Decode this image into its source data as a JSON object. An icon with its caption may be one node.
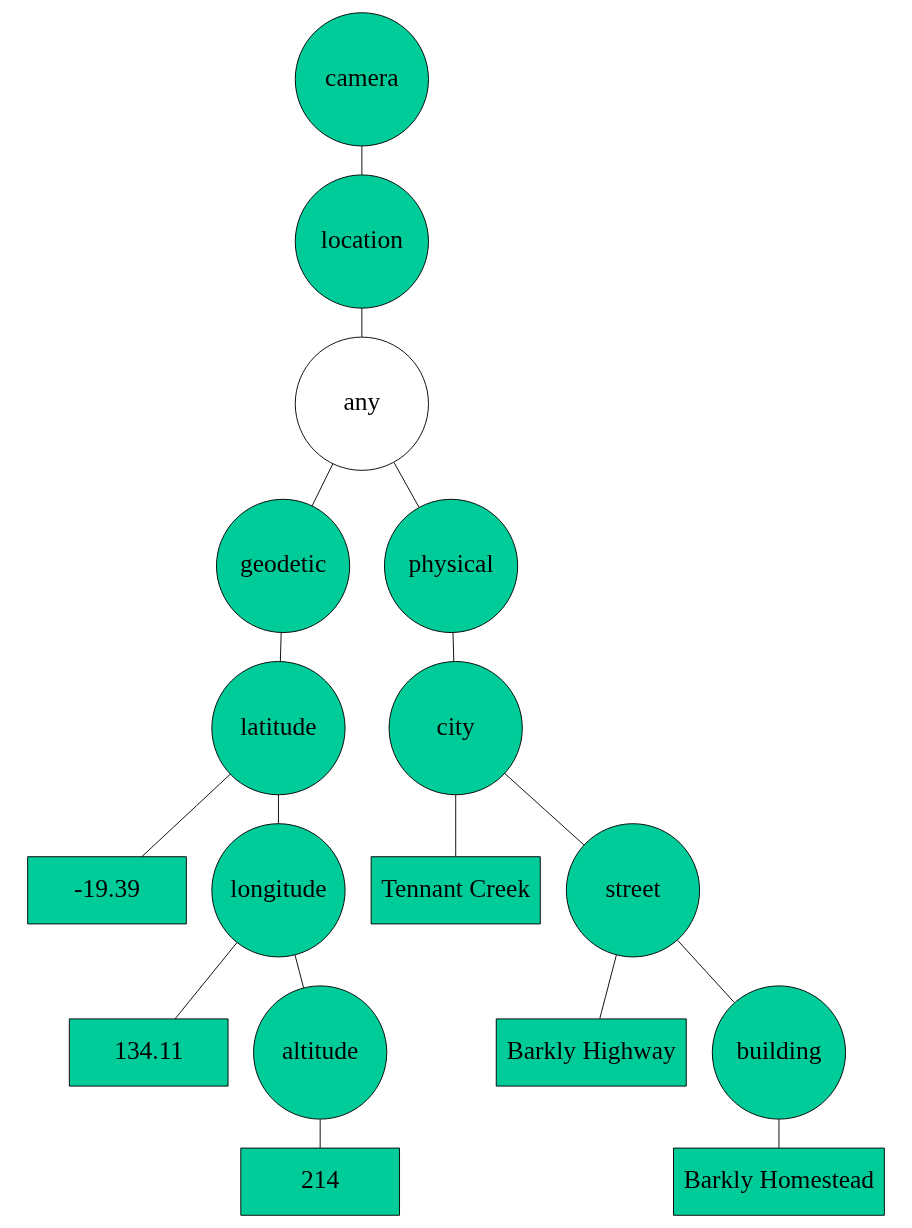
{
  "diagram": {
    "nodes": [
      {
        "text": [
          "camera"
        ]
      },
      {
        "text": [
          "location"
        ]
      },
      {
        "text": [
          "any"
        ]
      },
      {
        "text": [
          "geodetic"
        ]
      },
      {
        "text": [
          "physical"
        ]
      },
      {
        "text": [
          "latitude"
        ]
      },
      {
        "text": [
          "-19.39"
        ]
      },
      {
        "text": [
          "longitude"
        ]
      },
      {
        "text": [
          "134.11"
        ]
      },
      {
        "text": [
          "altitude"
        ]
      },
      {
        "text": [
          "214"
        ]
      },
      {
        "text": [
          "city"
        ]
      },
      {
        "text": [
          "Tennant Creek"
        ]
      },
      {
        "text": [
          "street"
        ]
      },
      {
        "text": [
          "Barkly Highway"
        ]
      },
      {
        "text": [
          "building"
        ]
      },
      {
        "text": [
          "Barkly Homestead"
        ]
      }
    ],
    "edges": [
      {
        "from": 0,
        "to": 1,
        "arrow": "none"
      },
      {
        "from": 1,
        "to": 2,
        "arrow": "none"
      },
      {
        "from": 2,
        "to": 3,
        "arrow": "none"
      },
      {
        "from": 2,
        "to": 4,
        "arrow": "none"
      },
      {
        "from": 3,
        "to": 5,
        "arrow": "none"
      },
      {
        "from": 5,
        "to": 6,
        "arrow": "none"
      },
      {
        "from": 5,
        "to": 7,
        "arrow": "none"
      },
      {
        "from": 7,
        "to": 8,
        "arrow": "none"
      },
      {
        "from": 7,
        "to": 9,
        "arrow": "none"
      },
      {
        "from": 9,
        "to": 10,
        "arrow": "none"
      },
      {
        "from": 4,
        "to": 11,
        "arrow": "none"
      },
      {
        "from": 11,
        "to": 12,
        "arrow": "none"
      },
      {
        "from": 11,
        "to": 13,
        "arrow": "none"
      },
      {
        "from": 13,
        "to": 14,
        "arrow": "none"
      },
      {
        "from": 13,
        "to": 15,
        "arrow": "none"
      },
      {
        "from": 15,
        "to": 16,
        "arrow": "none"
      }
    ]
  }
}
